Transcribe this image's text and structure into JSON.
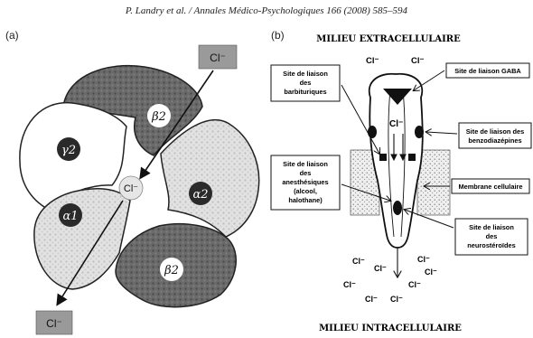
{
  "header": {
    "citation": "P. Landry et al. / Annales Médico-Psychologiques 166 (2008) 585–594"
  },
  "panel_a": {
    "label": "(a)",
    "subunits": {
      "beta2_top": "β2",
      "gamma2": "γ2",
      "alpha2": "α2",
      "alpha1": "α1",
      "beta2_bottom": "β2"
    },
    "ion_top": "Cl⁻",
    "ion_center": "Cl⁻",
    "ion_bottom": "Cl⁻"
  },
  "panel_b": {
    "label": "(b)",
    "top_title": "MILIEU EXTRACELLULAIRE",
    "bottom_title": "MILIEU INTRACELLULAIRE",
    "sites": {
      "barbituriques": [
        "Site de liaison",
        "des",
        "barbituriques"
      ],
      "gaba": [
        "Site de liaison GABA"
      ],
      "benzodiazepines": [
        "Site de liaison des",
        "benzodiazépines"
      ],
      "anesthesiques": [
        "Site de liaison",
        "des",
        "anesthésiques",
        "(alcool,",
        "halothane)"
      ],
      "membrane": [
        "Membrane cellulaire"
      ],
      "neurosteroides": [
        "Site de liaison",
        "des",
        "neurostéroïdes"
      ]
    },
    "ions": {
      "top_left": "Cl⁻",
      "top_right": "Cl⁻",
      "inside": "Cl⁻",
      "bottom": [
        "Cl⁻",
        "Cl⁻",
        "Cl⁻",
        "Cl⁻",
        "Cl⁻",
        "Cl⁻",
        "Cl⁻",
        "Cl⁻"
      ]
    }
  },
  "colors": {
    "dark_subunit": "#5a5a5a",
    "light_subunit": "#d9d9d9",
    "white_subunit": "#ffffff",
    "ion_box": "#9a9a9a",
    "ink": "#111111"
  }
}
